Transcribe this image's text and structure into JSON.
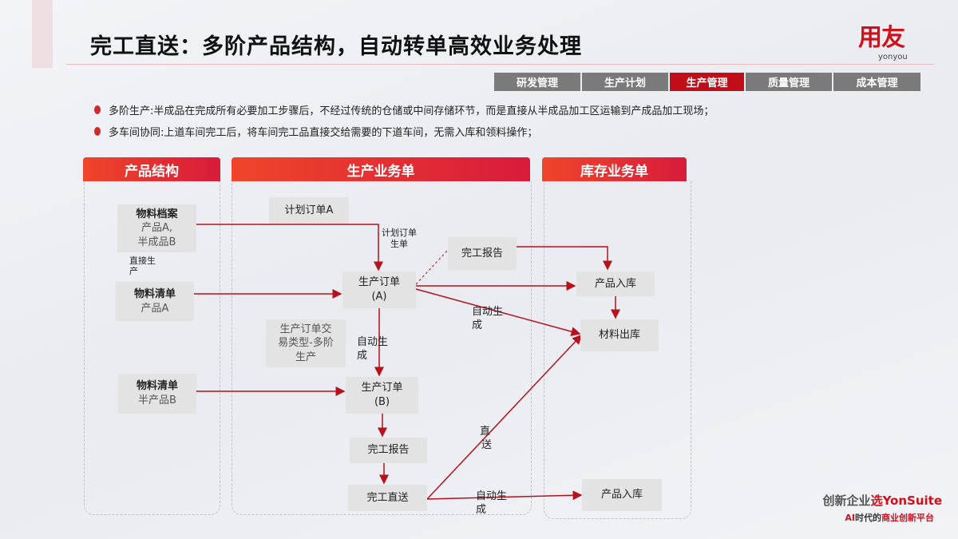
{
  "header": {
    "title": "完工直送：多阶产品结构，自动转单高效业务处理",
    "logo": "用友",
    "logo_sub": "yonyou"
  },
  "tabs": [
    {
      "label": "研发管理"
    },
    {
      "label": "生产计划"
    },
    {
      "label": "生产管理",
      "active": true
    },
    {
      "label": "质量管理"
    },
    {
      "label": "成本管理"
    }
  ],
  "bullets": [
    "多阶生产:半成品在完成所有必要加工步骤后，不经过传统的仓储或中间存储环节，而是直接从半成品加工区运输到产成品加工现场；",
    "多车间协同:上道车间完工后，将车间完工品直接交给需要的下道车间，无需入库和领料操作；"
  ],
  "sections": {
    "product": "产品结构",
    "production": "生产业务单",
    "inventory": "库存业务单"
  },
  "boxes": {
    "material_file": {
      "title": "物料档案",
      "line1": "产品A,",
      "line2": "半成品B"
    },
    "bom_a": {
      "title": "物料清单",
      "sub": "产品A"
    },
    "bom_b": {
      "title": "物料清单",
      "sub": "半产品B"
    },
    "plan_order": "计划订单A",
    "completion_report_top": "完工报告",
    "prod_order_a": {
      "line1": "生产订单",
      "line2": "(A)"
    },
    "trans_type": {
      "line1": "生产订单交",
      "line2": "易类型-多阶",
      "line3": "生产"
    },
    "prod_order_b": {
      "line1": "生产订单",
      "line2": "(B)"
    },
    "completion_report": "完工报告",
    "direct_delivery": "完工直送",
    "product_in_top": "产品入库",
    "material_out": "材料出库",
    "product_in_bottom": "产品入库"
  },
  "labels": {
    "direct_prod": [
      "直接生",
      "产"
    ],
    "plan_gen": [
      "计划订单",
      "生单"
    ],
    "auto1": [
      "自动生",
      "成"
    ],
    "auto2": [
      "自动生",
      "成"
    ],
    "direct": [
      "直",
      "送"
    ],
    "auto3": [
      "自动生",
      "成"
    ]
  },
  "footer": {
    "line1_a": "创新企业",
    "line1_b": "选YonSuite",
    "line2_a": "AI",
    "line2_b": "时代的",
    "line2_c": "商业创新平台"
  },
  "colors": {
    "accent": "#c00d18",
    "arrow": "#b5121b"
  }
}
